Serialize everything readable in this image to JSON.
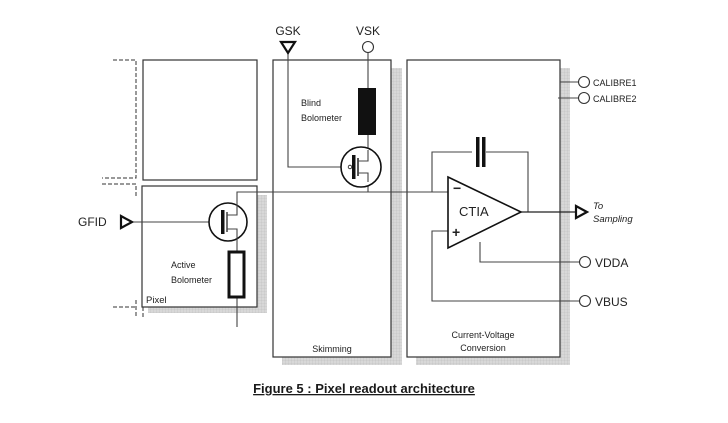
{
  "figure": {
    "caption": "Figure 5 : Pixel readout architecture"
  },
  "blocks": {
    "pixel": {
      "label": "Pixel"
    },
    "skimming": {
      "label": "Skimming"
    },
    "conversion": {
      "label_line1": "Current-Voltage",
      "label_line2": "Conversion"
    }
  },
  "components": {
    "blind_bolometer": {
      "line1": "Blind",
      "line2": "Bolometer"
    },
    "active_bolometer": {
      "line1": "Active",
      "line2": "Bolometer"
    },
    "amplifier": {
      "label": "CTIA",
      "minus": "−",
      "plus": "+"
    }
  },
  "signals": {
    "gsk": "GSK",
    "vsk": "VSK",
    "gfid": "GFID",
    "calibre1": "CALIBRE1",
    "calibre2": "CALIBRE2",
    "to_sampling_line1": "To",
    "to_sampling_line2": "Sampling",
    "vdda": "VDDA",
    "vbus": "VBUS"
  }
}
